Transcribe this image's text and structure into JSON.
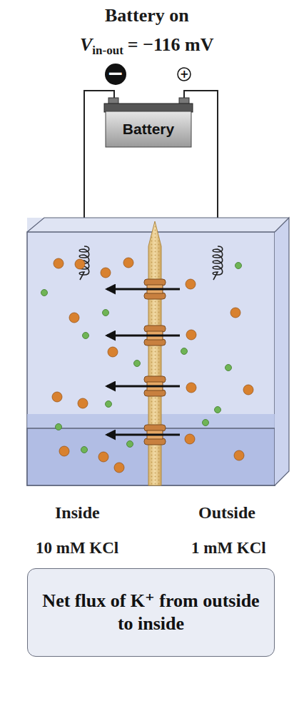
{
  "diagram": {
    "title": "Battery on",
    "nodes": [
      {
        "text": [
          "Battery"
        ]
      },
      {
        "text": [
          "Net flux of K⁺ from outside to inside"
        ]
      }
    ],
    "labels": [
      "V",
      "in-out",
      "= −116 mV",
      "−",
      "+",
      "Inside",
      "Outside",
      "10 mM KCl",
      "1 mM KCl"
    ]
  }
}
